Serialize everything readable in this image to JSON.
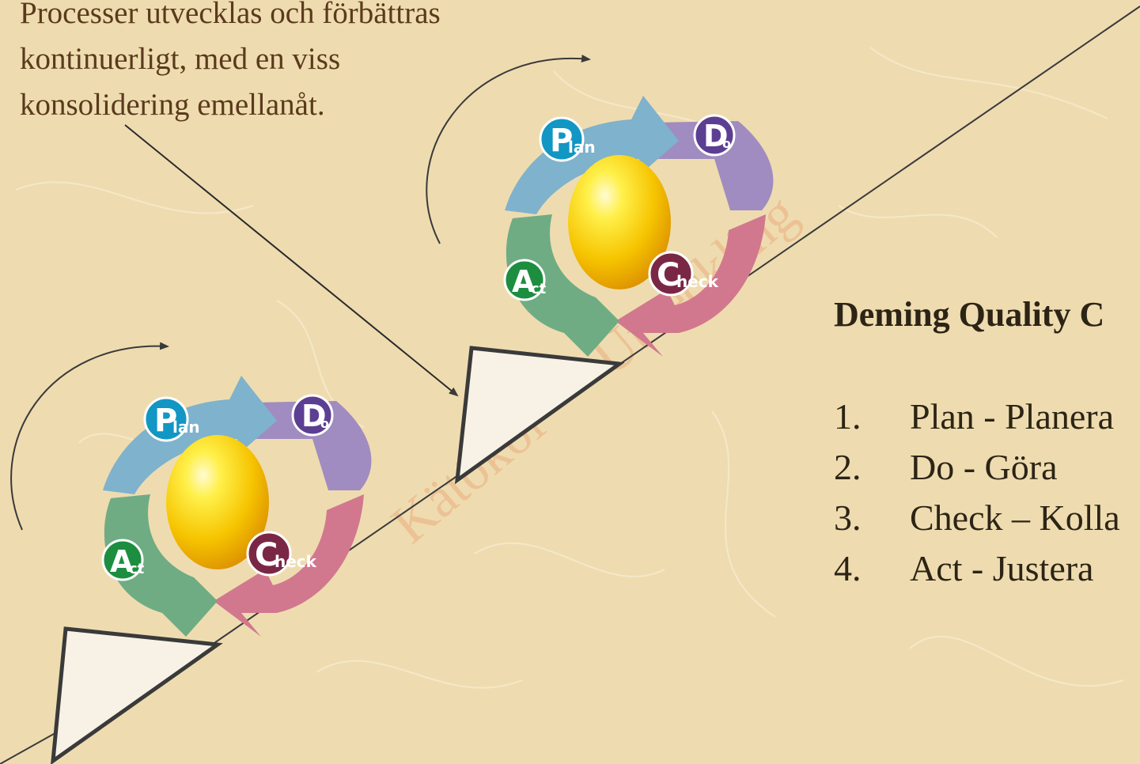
{
  "intro_lines": [
    "Processer utvecklas och förbättras",
    "kontinuerligt, med en viss",
    "konsolidering emellanåt."
  ],
  "title": "Deming Quality C",
  "steps": [
    {
      "num": "1.",
      "text": "Plan - Planera"
    },
    {
      "num": "2.",
      "text": "Do - Göra"
    },
    {
      "num": "3.",
      "text": "Check – Kolla"
    },
    {
      "num": "4.",
      "text": "Act - Justera"
    }
  ],
  "cycle": {
    "plan_cap": "P",
    "plan_rest": "lan",
    "do_cap": "D",
    "do_rest": "o",
    "check_cap": "C",
    "check_rest": "heck",
    "act_cap": "A",
    "act_rest": "ct"
  },
  "watermark": "Kätökoi — Utveckling",
  "colors": {
    "plan": "#7fb2cc",
    "do": "#a08cc0",
    "check": "#d2788e",
    "act": "#6fac84",
    "plan_badge": "#1296c4",
    "do_badge": "#5c3f93",
    "check_badge": "#7a2745",
    "act_badge": "#1d8e3f"
  }
}
